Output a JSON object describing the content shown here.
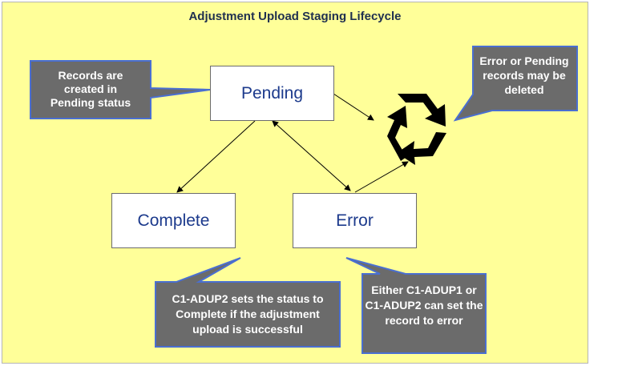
{
  "diagram": {
    "title": "Adjustment Upload Staging Lifecycle",
    "states": {
      "pending": "Pending",
      "complete": "Complete",
      "error": "Error"
    },
    "callouts": {
      "created": [
        "Records are",
        "created in",
        "Pending status"
      ],
      "deleted": [
        "Error or Pending",
        "records may be",
        "deleted"
      ],
      "complete": [
        "C1-ADUP2 sets the status to",
        "Complete if the adjustment",
        "upload is successful"
      ],
      "error": [
        "Either C1-ADUP1 or",
        "C1-ADUP2 can set the",
        "record to error"
      ]
    },
    "icons": {
      "deleted": "recycle-icon"
    },
    "colors": {
      "background": "#ffff99",
      "callout_fill": "#6b6b6b",
      "callout_border": "#4a6fd1",
      "state_text": "#1c3a8c"
    }
  }
}
